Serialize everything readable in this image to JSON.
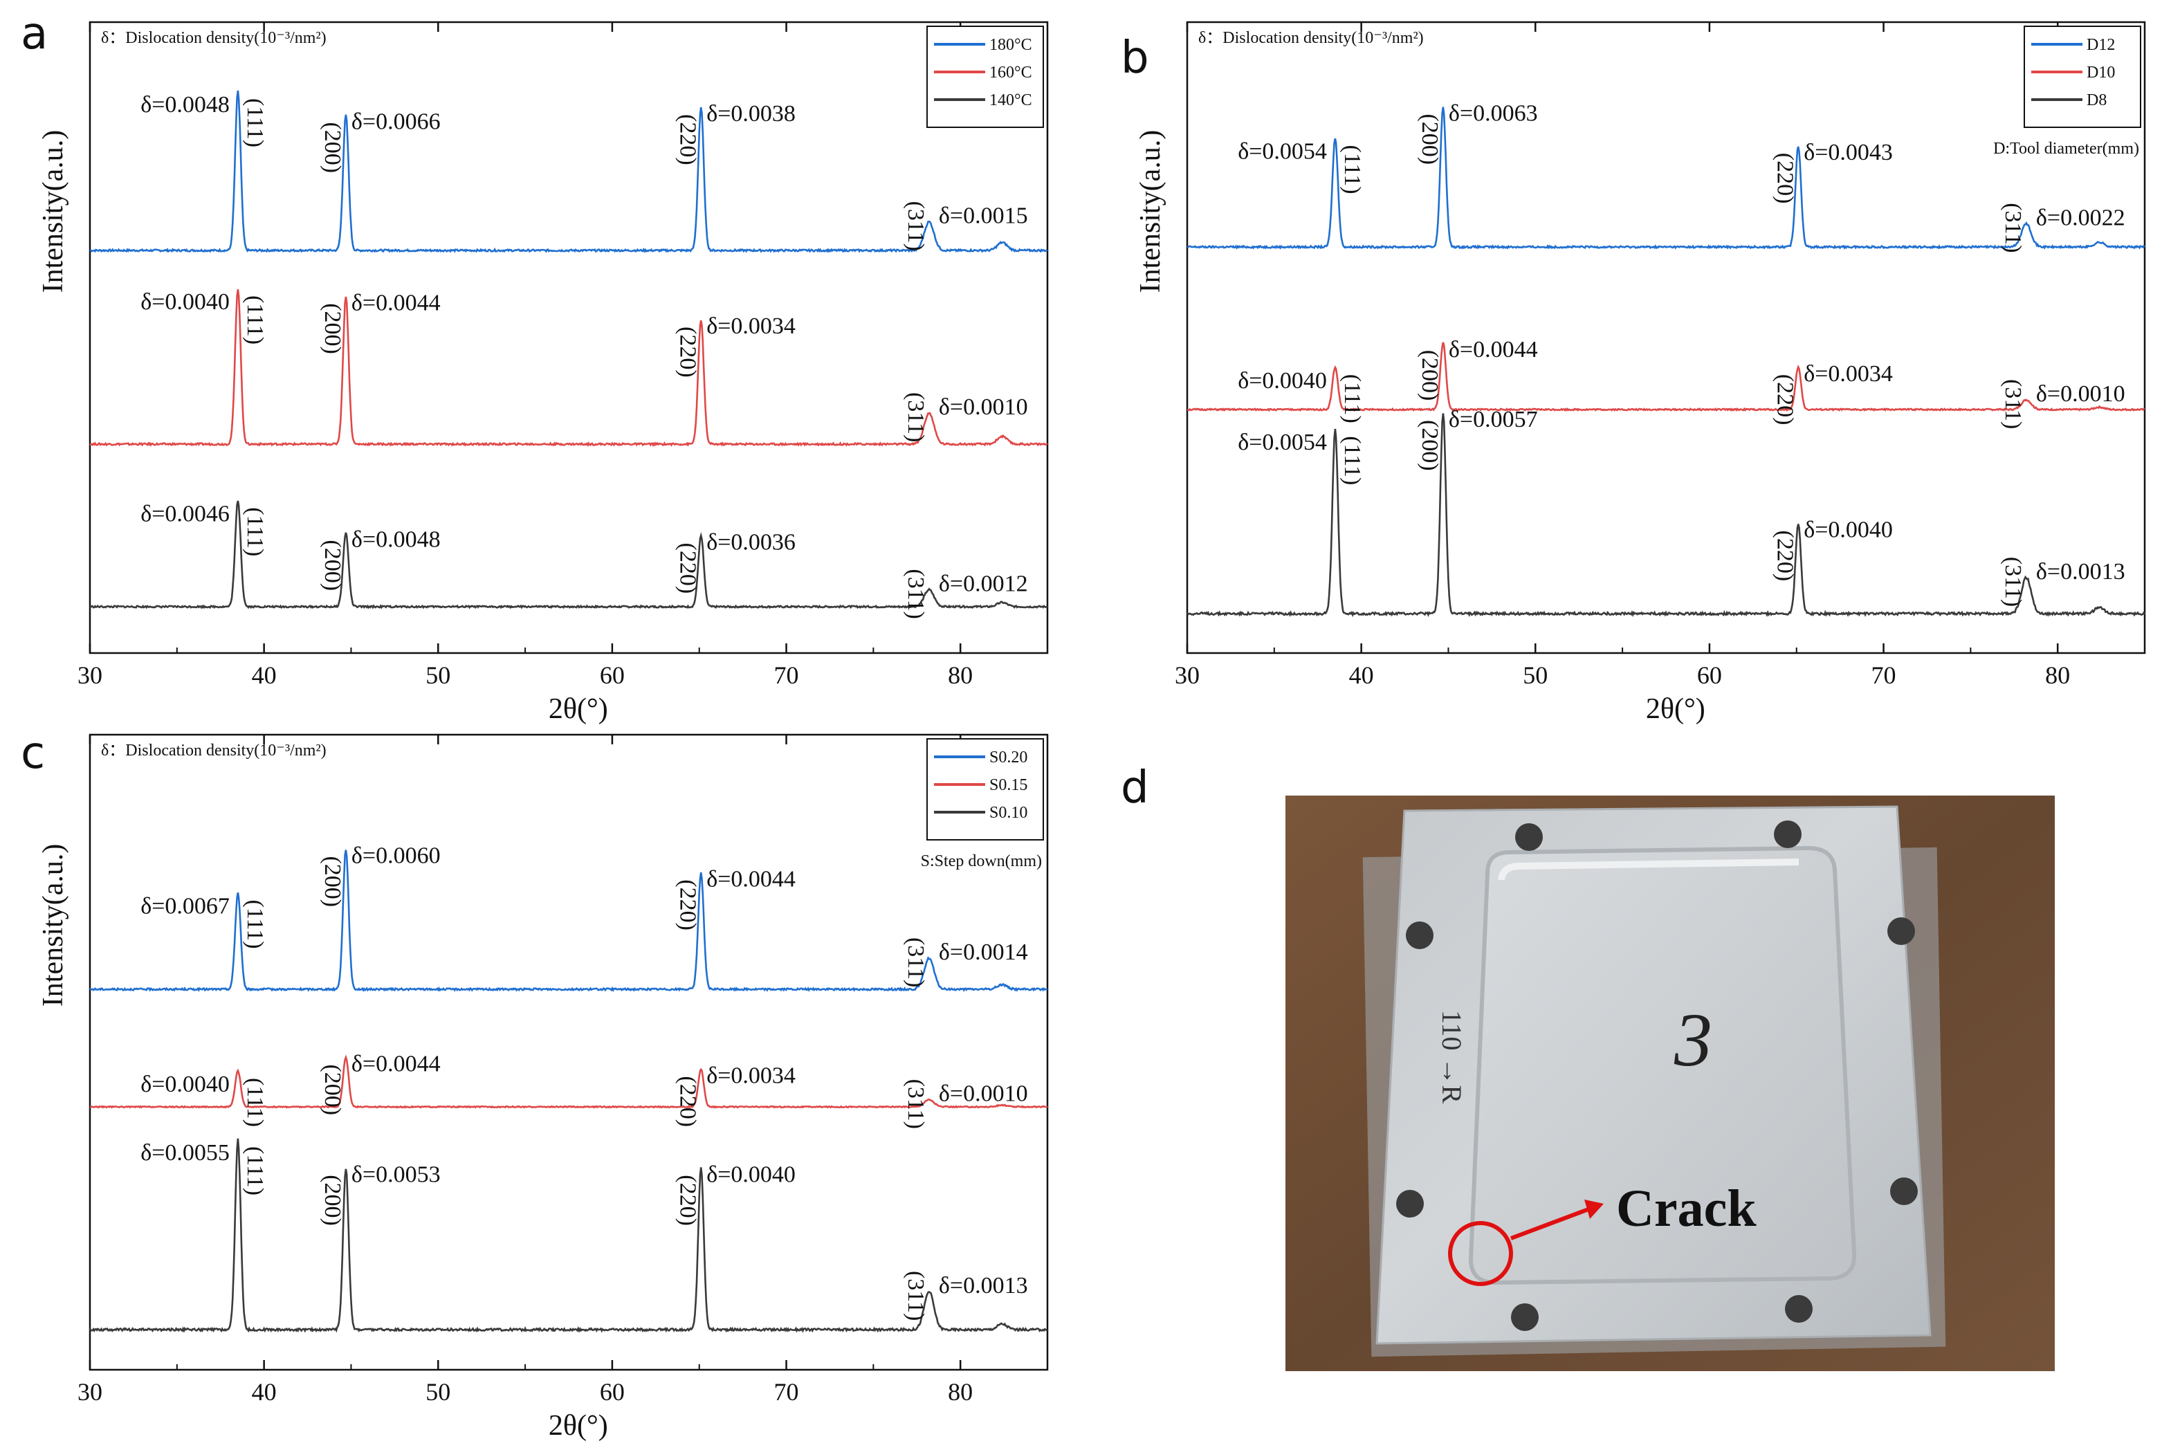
{
  "panels": {
    "a": "a",
    "b": "b",
    "c": "c",
    "d": "d"
  },
  "photo": {
    "crack_label": "Crack",
    "plate_marking": "3",
    "side_marking": "110 →R",
    "colors": {
      "table": "#6b4b32",
      "plate": "#c9cdd1",
      "highlight": "#e3e6e8",
      "circle": "#e01010"
    }
  },
  "chart_data": [
    {
      "id": "a",
      "type": "line",
      "xlabel": "2θ(°)",
      "ylabel": "Intensity(a.u.)",
      "xlim": [
        30,
        85
      ],
      "x_ticks": [
        30,
        40,
        50,
        60,
        70,
        80
      ],
      "grid": false,
      "note": "δ：Dislocation density(10⁻³/nm²)",
      "legend_position": "top-right",
      "series": [
        {
          "name": "180°C",
          "color": "#1f6fd1",
          "offset": 2,
          "peaks": [
            {
              "x": 38.5,
              "h": 1.0,
              "hkl": "(111)",
              "delta": "δ=0.0048"
            },
            {
              "x": 44.7,
              "h": 0.85,
              "hkl": "(200)",
              "delta": "δ=0.0066"
            },
            {
              "x": 65.1,
              "h": 0.9,
              "hkl": "(220)",
              "delta": "δ=0.0038"
            },
            {
              "x": 78.2,
              "h": 0.18,
              "hkl": "(311)",
              "delta": "δ=0.0015"
            },
            {
              "x": 82.4,
              "h": 0.05
            }
          ]
        },
        {
          "name": "160°C",
          "color": "#e04848",
          "offset": 1,
          "peaks": [
            {
              "x": 38.5,
              "h": 1.0,
              "hkl": "(111)",
              "delta": "δ=0.0040"
            },
            {
              "x": 44.7,
              "h": 0.95,
              "hkl": "(200)",
              "delta": "δ=0.0044"
            },
            {
              "x": 65.1,
              "h": 0.8,
              "hkl": "(220)",
              "delta": "δ=0.0034"
            },
            {
              "x": 78.2,
              "h": 0.2,
              "hkl": "(311)",
              "delta": "δ=0.0010"
            },
            {
              "x": 82.4,
              "h": 0.05
            }
          ]
        },
        {
          "name": "140°C",
          "color": "#3a3a3a",
          "offset": 0,
          "peaks": [
            {
              "x": 38.5,
              "h": 0.75,
              "hkl": "(111)",
              "delta": "δ=0.0046"
            },
            {
              "x": 44.7,
              "h": 0.52,
              "hkl": "(200)",
              "delta": "δ=0.0048"
            },
            {
              "x": 65.1,
              "h": 0.5,
              "hkl": "(220)",
              "delta": "δ=0.0036"
            },
            {
              "x": 78.2,
              "h": 0.12,
              "hkl": "(311)",
              "delta": "δ=0.0012"
            },
            {
              "x": 82.4,
              "h": 0.03
            }
          ]
        }
      ]
    },
    {
      "id": "b",
      "type": "line",
      "xlabel": "2θ(°)",
      "ylabel": "Intensity(a.u.)",
      "xlim": [
        30,
        85
      ],
      "x_ticks": [
        30,
        40,
        50,
        60,
        70,
        80
      ],
      "grid": false,
      "note": "δ：Dislocation density(10⁻³/nm²)",
      "legend_position": "top-right",
      "legend_note": "D:Tool diameter(mm)",
      "series": [
        {
          "name": "D12",
          "color": "#1f6fd1",
          "offset": 2,
          "peaks": [
            {
              "x": 38.5,
              "h": 0.7,
              "hkl": "(111)",
              "delta": "δ=0.0054"
            },
            {
              "x": 44.7,
              "h": 0.9,
              "hkl": "(200)",
              "delta": "δ=0.0063"
            },
            {
              "x": 65.1,
              "h": 0.65,
              "hkl": "(220)",
              "delta": "δ=0.0043"
            },
            {
              "x": 78.2,
              "h": 0.15,
              "hkl": "(311)",
              "delta": "δ=0.0022"
            },
            {
              "x": 82.4,
              "h": 0.03
            }
          ]
        },
        {
          "name": "D10",
          "color": "#e04848",
          "offset": 1,
          "peaks": [
            {
              "x": 38.5,
              "h": 0.35,
              "hkl": "(111)",
              "delta": "δ=0.0040"
            },
            {
              "x": 44.7,
              "h": 0.55,
              "hkl": "(200)",
              "delta": "δ=0.0044"
            },
            {
              "x": 65.1,
              "h": 0.35,
              "hkl": "(220)",
              "delta": "δ=0.0034"
            },
            {
              "x": 78.2,
              "h": 0.08,
              "hkl": "(311)",
              "delta": "δ=0.0010"
            },
            {
              "x": 82.4,
              "h": 0.02
            }
          ]
        },
        {
          "name": "D8",
          "color": "#3a3a3a",
          "offset": 0,
          "peaks": [
            {
              "x": 38.5,
              "h": 0.92,
              "hkl": "(111)",
              "delta": "δ=0.0054"
            },
            {
              "x": 44.7,
              "h": 1.0,
              "hkl": "(200)",
              "delta": "δ=0.0057"
            },
            {
              "x": 65.1,
              "h": 0.45,
              "hkl": "(220)",
              "delta": "δ=0.0040"
            },
            {
              "x": 78.2,
              "h": 0.18,
              "hkl": "(311)",
              "delta": "δ=0.0013"
            },
            {
              "x": 82.4,
              "h": 0.03
            }
          ]
        }
      ]
    },
    {
      "id": "c",
      "type": "line",
      "xlabel": "2θ(°)",
      "ylabel": "Intensity(a.u.)",
      "xlim": [
        30,
        85
      ],
      "x_ticks": [
        30,
        40,
        50,
        60,
        70,
        80
      ],
      "grid": false,
      "note": "δ：Dislocation density(10⁻³/nm²)",
      "legend_position": "top-right",
      "legend_note": "S:Step down(mm)",
      "series": [
        {
          "name": "S0.20",
          "color": "#1f6fd1",
          "offset": 2,
          "peaks": [
            {
              "x": 38.5,
              "h": 0.62,
              "hkl": "(111)",
              "delta": "δ=0.0067"
            },
            {
              "x": 44.7,
              "h": 0.9,
              "hkl": "(200)",
              "delta": "δ=0.0060"
            },
            {
              "x": 65.1,
              "h": 0.75,
              "hkl": "(220)",
              "delta": "δ=0.0044"
            },
            {
              "x": 78.2,
              "h": 0.2,
              "hkl": "(311)",
              "delta": "δ=0.0014"
            },
            {
              "x": 82.4,
              "h": 0.03
            }
          ]
        },
        {
          "name": "S0.15",
          "color": "#e04848",
          "offset": 1,
          "peaks": [
            {
              "x": 38.5,
              "h": 0.4,
              "hkl": "(111)",
              "delta": "δ=0.0040"
            },
            {
              "x": 44.7,
              "h": 0.55,
              "hkl": "(200)",
              "delta": "δ=0.0044"
            },
            {
              "x": 65.1,
              "h": 0.42,
              "hkl": "(220)",
              "delta": "δ=0.0034"
            },
            {
              "x": 78.2,
              "h": 0.08,
              "hkl": "(311)",
              "delta": "δ=0.0010"
            },
            {
              "x": 82.4,
              "h": 0.02
            }
          ]
        },
        {
          "name": "S0.10",
          "color": "#3a3a3a",
          "offset": 0,
          "peaks": [
            {
              "x": 38.5,
              "h": 1.0,
              "hkl": "(111)",
              "delta": "δ=0.0055"
            },
            {
              "x": 44.7,
              "h": 0.85,
              "hkl": "(200)",
              "delta": "δ=0.0053"
            },
            {
              "x": 65.1,
              "h": 0.85,
              "hkl": "(220)",
              "delta": "δ=0.0040"
            },
            {
              "x": 78.2,
              "h": 0.2,
              "hkl": "(311)",
              "delta": "δ=0.0013"
            },
            {
              "x": 82.4,
              "h": 0.03
            }
          ]
        }
      ]
    }
  ]
}
